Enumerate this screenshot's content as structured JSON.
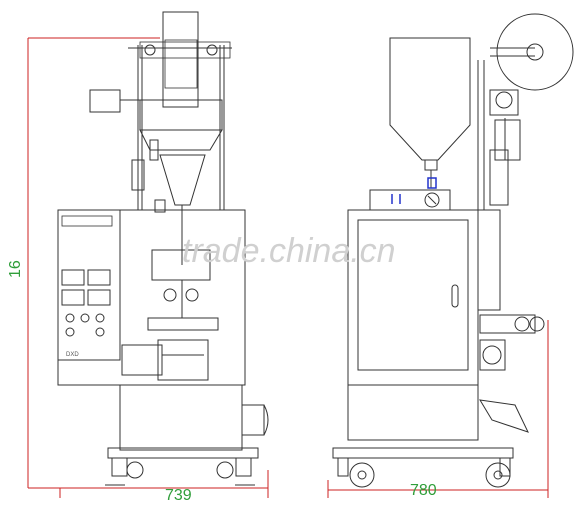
{
  "dimensions": {
    "width_front": "739",
    "width_side": "780",
    "height": "16"
  },
  "watermark": "trade.china.cn",
  "panel": {
    "brand_label": "DXD"
  },
  "colors": {
    "line": "#333333",
    "dimension_line": "#cc2222",
    "dimension_text": "#2f9e3a",
    "highlight": "#2233cc",
    "watermark": "#d0d0d0"
  }
}
